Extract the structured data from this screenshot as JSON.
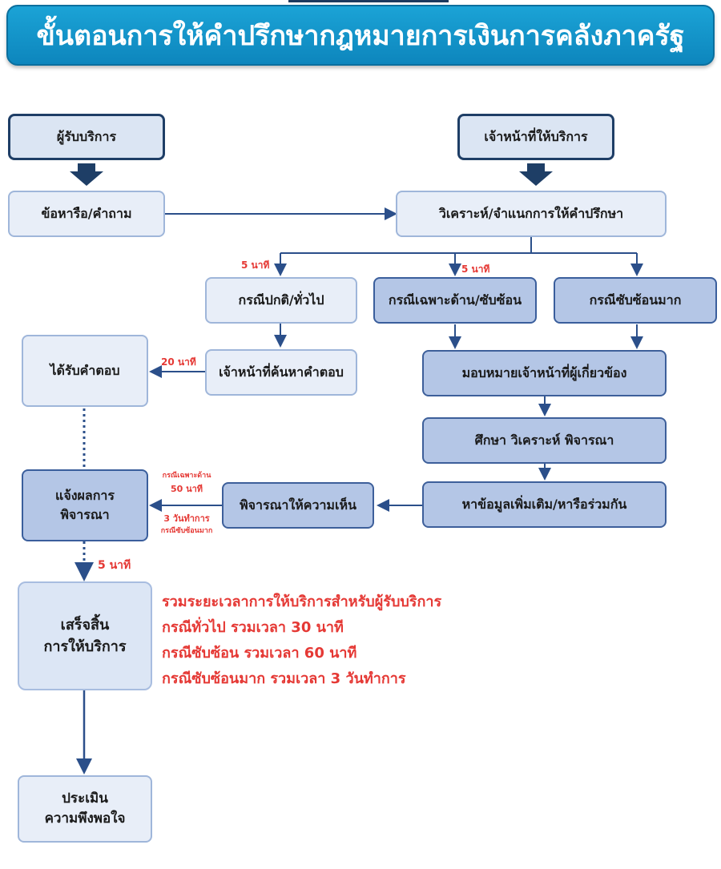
{
  "title": "ขั้นตอนการให้คำปรึกษากฎหมายการเงินการคลังภาครัฐ",
  "boxes": {
    "service_recipient": "ผู้รับบริการ",
    "service_staff": "เจ้าหน้าที่ให้บริการ",
    "question": "ข้อหารือ/คำถาม",
    "analyze": "วิเคราะห์/จำแนกการให้คำปรึกษา",
    "case_general": "กรณีปกติ/ทั่วไป",
    "case_specific": "กรณีเฉพาะด้าน/ซับซ้อน",
    "case_very_complex": "กรณีซับซ้อนมาก",
    "receive_answer": "ได้รับคำตอบ",
    "staff_search": "เจ้าหน้าที่ค้นหาคำตอบ",
    "assign_staff": "มอบหมายเจ้าหน้าที่ผู้เกี่ยวข้อง",
    "study": "ศึกษา วิเคราะห์ พิจารณา",
    "notify_line1": "แจ้งผลการ",
    "notify_line2": "พิจารณา",
    "give_opinion": "พิจารณาให้ความเห็น",
    "more_info": "หาข้อมูลเพิ่มเติม/หารือร่วมกัน",
    "finish_line1": "เสร็จสิ้น",
    "finish_line2": "การให้บริการ",
    "evaluate_line1": "ประเมิน",
    "evaluate_line2": "ความพึงพอใจ"
  },
  "time_labels": {
    "general_branch": "5 นาที",
    "complex_branch": "5 นาที",
    "answer": "20 นาที",
    "specific_case": "กรณีเฉพาะด้าน",
    "specific_minutes": "50 นาที",
    "very_complex_days": "3 วันทำการ",
    "very_complex_case": "กรณีซับซ้อนมาก",
    "finish": "5 นาที"
  },
  "summary": [
    "รวมระยะเวลาการให้บริการสำหรับผู้รับบริการ",
    "กรณีทั่วไป รวมเวลา 30 นาที",
    "กรณีซับซ้อน รวมเวลา 60 นาที",
    "กรณีซับซ้อนมาก รวมเวลา 3 วันทำการ"
  ],
  "colors": {
    "title_bg": "#1ba3d6",
    "header_border": "#1e3e66",
    "box_dark_fill": "#b4c6e6",
    "box_light_fill": "#e8eef8",
    "line": "#2b4f8a",
    "highlight_text": "#e53935"
  }
}
